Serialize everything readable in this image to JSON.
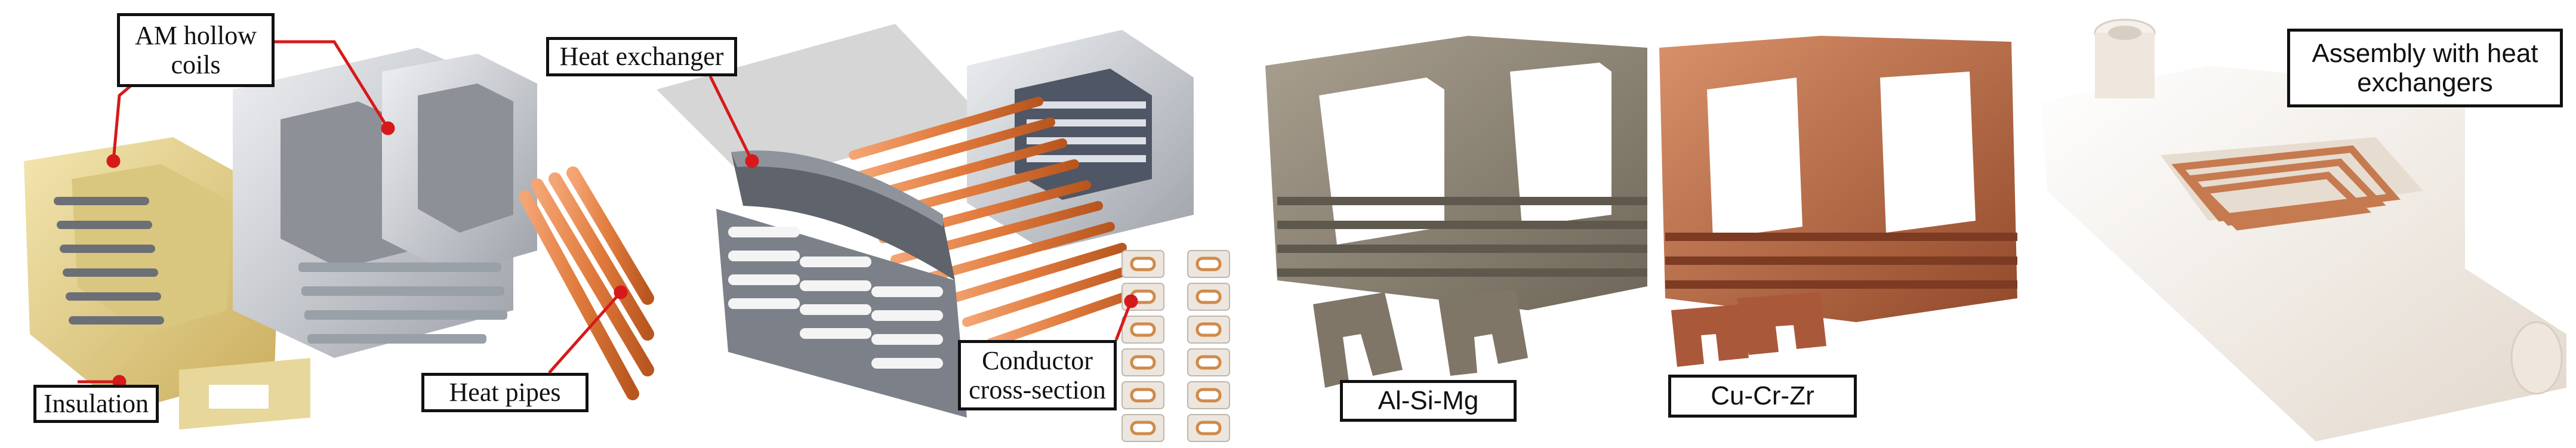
{
  "labels": {
    "am_hollow_coils": "AM hollow\ncoils",
    "insulation": "Insulation",
    "heat_exchanger": "Heat exchanger",
    "heat_pipes": "Heat pipes",
    "conductor_cross_section": "Conductor\ncross-section",
    "al_si_mg": "Al-Si-Mg",
    "cu_cr_zr": "Cu-Cr-Zr",
    "assembly": "Assembly with heat\nexchangers"
  },
  "colors": {
    "annotation_line": "#d61a1a",
    "coil_grey": "#b9bcc2",
    "insulation_yellow": "#e8d79a",
    "heat_pipe_copper": "#e07a3c",
    "al_si_mg_print": "#8f8576",
    "cu_cr_zr_print": "#b8673f",
    "assembly_white": "#f3ece4"
  }
}
